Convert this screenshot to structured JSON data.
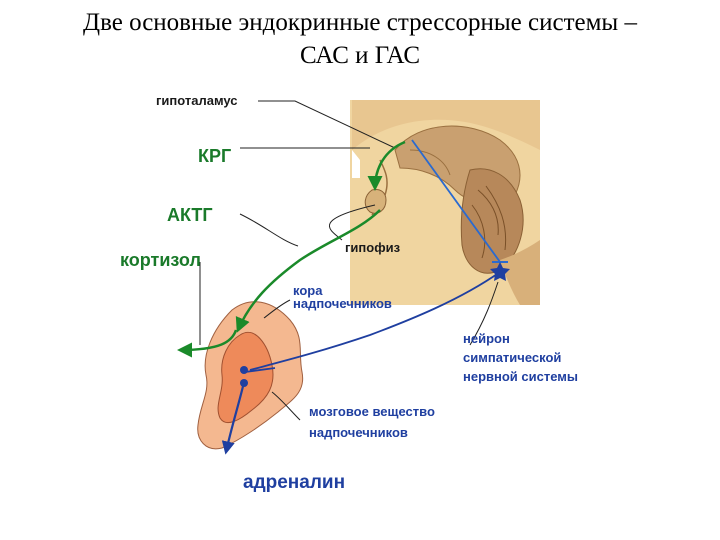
{
  "title": {
    "line1": "Две основные эндокринные стрессорные системы –",
    "line2": "САС и ГАС"
  },
  "labels": {
    "hypothalamus": "гипоталамус",
    "krg": "КРГ",
    "aktg": "АКТГ",
    "cortisol": "кортизол",
    "pituitary": "гипофиз",
    "cortex_line1": "кора",
    "cortex_line2": "надпочечников",
    "neuron_line1": "нейрон",
    "neuron_line2": "симпатической",
    "neuron_line3": "нервной системы",
    "medulla_line1": "мозговое вещество",
    "medulla_line2": "надпочечников",
    "adrenaline": "адреналин"
  },
  "colors": {
    "hormone_path": "#1a8a2a",
    "nerve_path": "#1f3fa0",
    "adrenal_cortex": "#f4b890",
    "adrenal_medulla": "#ee8a5a",
    "brain_tissue": "#f0d5a0"
  }
}
